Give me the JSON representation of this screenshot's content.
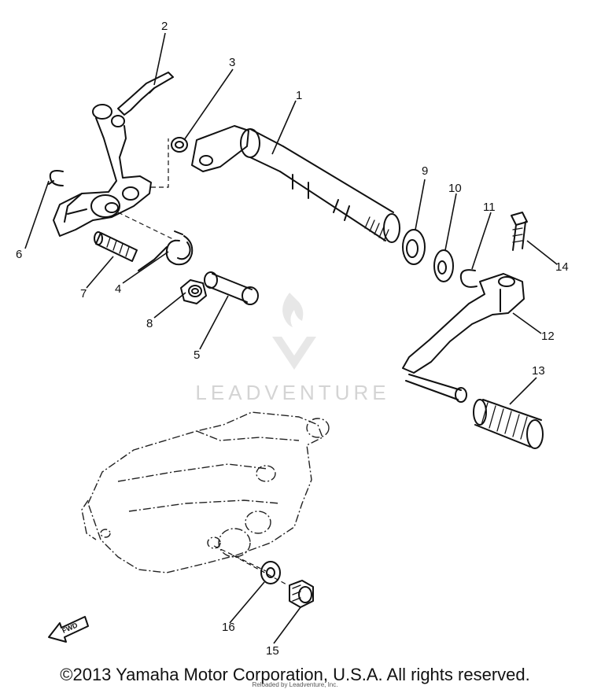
{
  "diagram": {
    "callouts": [
      "1",
      "2",
      "3",
      "4",
      "5",
      "6",
      "7",
      "8",
      "9",
      "10",
      "11",
      "12",
      "13",
      "14",
      "15",
      "16"
    ],
    "watermark": "LEADVENTURE",
    "fwd_label": "FWD"
  },
  "footer": {
    "copyright": "©2013 Yamaha Motor Corporation, U.S.A. All rights reserved.",
    "reloaded": "Reloaded by Leadventure, Inc."
  }
}
